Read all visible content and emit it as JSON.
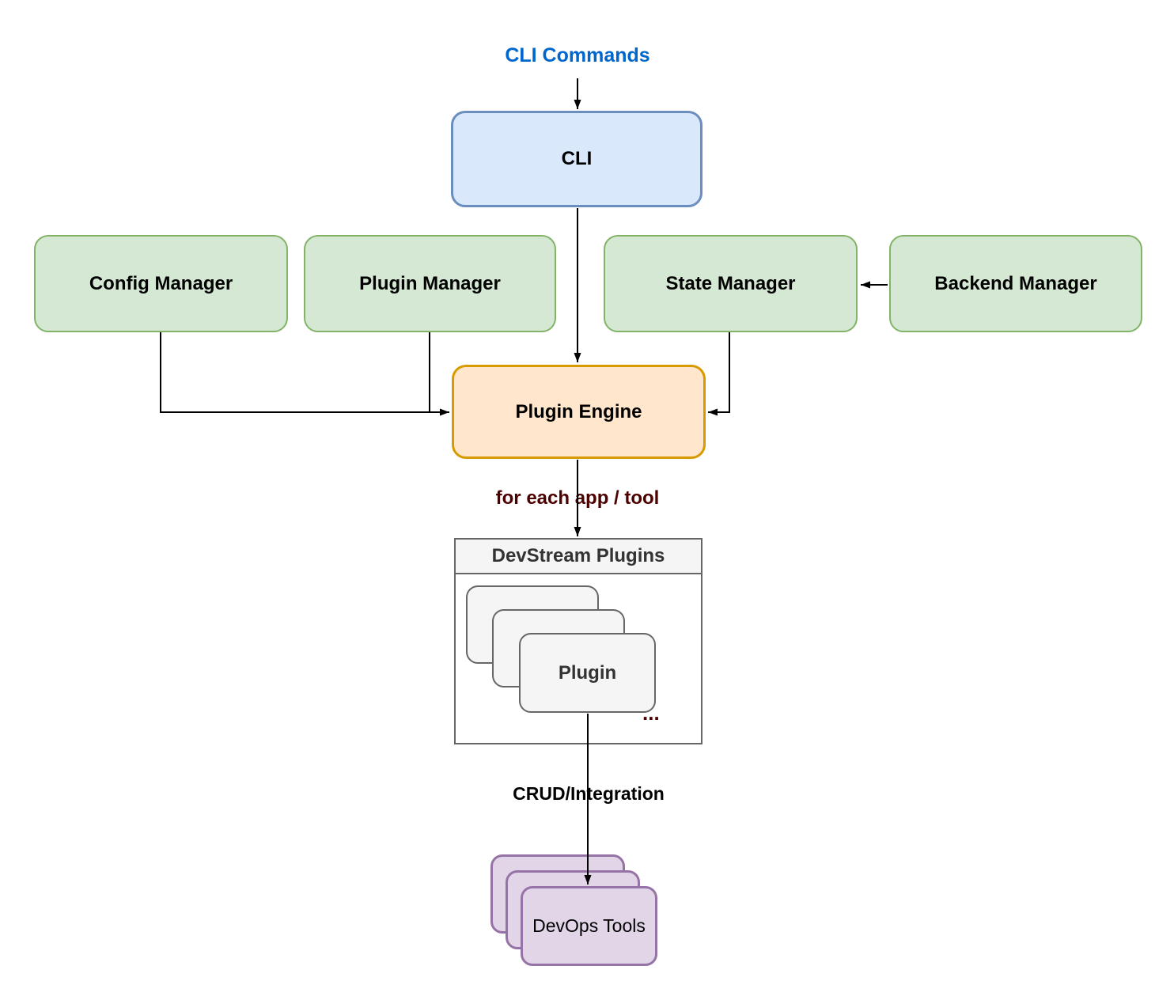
{
  "diagram": {
    "input_label": {
      "text": "CLI Commands",
      "color": "#0066CC"
    },
    "nodes": {
      "cli": {
        "label": "CLI",
        "fill": "#DAE8FC",
        "border": "#6C8EBF"
      },
      "config_manager": {
        "label": "Config Manager",
        "fill": "#D5E8D4",
        "border": "#82B366"
      },
      "plugin_manager": {
        "label": "Plugin Manager",
        "fill": "#D5E8D4",
        "border": "#82B366"
      },
      "state_manager": {
        "label": "State Manager",
        "fill": "#D5E8D4",
        "border": "#82B366"
      },
      "backend_manager": {
        "label": "Backend Manager",
        "fill": "#D5E8D4",
        "border": "#82B366"
      },
      "plugin_engine": {
        "label": "Plugin Engine",
        "fill": "#FFE6CC",
        "border": "#D79B00"
      },
      "devstream_plugins": {
        "title": "DevStream Plugins",
        "plugin_card_label": "Plugin",
        "more_indicator": "...",
        "card_fill": "#F5F5F5",
        "border": "#666666"
      },
      "devops_tools": {
        "label": "DevOps Tools",
        "fill": "#E1D5E7",
        "border": "#9673A6"
      }
    },
    "edge_labels": {
      "for_each_app_tool": {
        "text": "for each app / tool",
        "color": "#4D0000"
      },
      "crud_integration": {
        "text": "CRUD/Integration",
        "color": "#000000"
      }
    },
    "edge_color": "#000000"
  }
}
